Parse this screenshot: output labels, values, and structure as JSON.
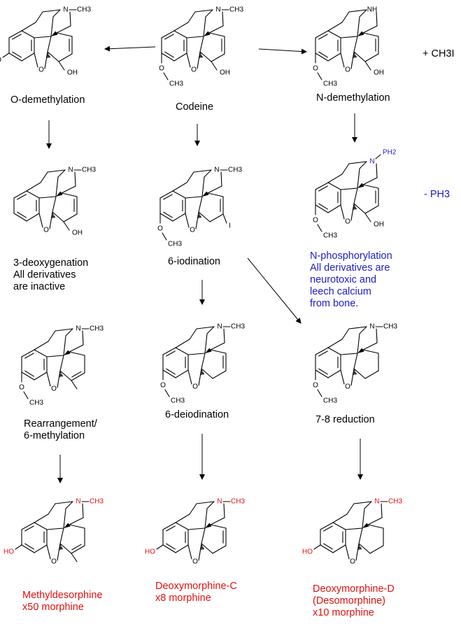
{
  "colors": {
    "ink": "#000000",
    "blue": "#1c1cc8",
    "red": "#e01010",
    "background": "#ffffff"
  },
  "labels": {
    "codeine": "Codeine",
    "o_demethylation": "O-demethylation",
    "n_demethylation": "N-demethylation",
    "reagent_ch3i": "+ CH3I",
    "deoxygenation": [
      "3-deoxygenation",
      "All derivatives",
      "are inactive"
    ],
    "iodination": "6-iodination",
    "phosphorylation": [
      "N-phosphorylation",
      "All derivatives are",
      "neurotoxic and",
      "leech calcium",
      "from bone."
    ],
    "byproduct_ph3": "- PH3",
    "rearrangement": [
      "Rearrangement/",
      "6-methylation"
    ],
    "deiodination": "6-deiodination",
    "reduction": "7-8 reduction",
    "methyldesorphine": [
      "Methyldesorphine",
      "x50 morphine"
    ],
    "deoxymorphine_c": [
      "Deoxymorphine-C",
      "x8 morphine"
    ],
    "deoxymorphine_d": [
      "Deoxymorphine-D",
      "(Desomorphine)",
      "x10 morphine"
    ]
  },
  "atoms": {
    "n_methyl": "N",
    "methyl": "CH3",
    "nh": "NH",
    "ph2": "PH2",
    "hydroxyl": "HO",
    "oh": "OH",
    "oxygen": "O",
    "iodine": "I"
  },
  "molecules": [
    {
      "name": "codeine",
      "c3": "OMe",
      "c6": "OH",
      "ring": "alkene",
      "n_sub": "CH3",
      "n_color": "ink"
    },
    {
      "name": "morphine",
      "c3": "OH",
      "c6": "OH",
      "ring": "alkene",
      "n_sub": "CH3",
      "n_color": "ink"
    },
    {
      "name": "norcodeine",
      "c3": "OMe",
      "c6": "OH",
      "ring": "alkene",
      "n_sub": "H",
      "n_color": "ink"
    },
    {
      "name": "deoxy",
      "c3": "none",
      "c6": "OH",
      "ring": "alkene",
      "n_sub": "CH3",
      "n_color": "ink"
    },
    {
      "name": "iodocodide",
      "c3": "OMe",
      "c6": "I",
      "ring": "alkene",
      "n_sub": "CH3",
      "n_color": "ink"
    },
    {
      "name": "phospho",
      "c3": "OMe",
      "c6": "OH",
      "ring": "alkene",
      "n_sub": "PH2",
      "n_color": "blue"
    },
    {
      "name": "methyl-rearranged",
      "c3": "OMe",
      "c6": "Me",
      "ring": "alkene67",
      "n_sub": "CH3",
      "n_color": "ink"
    },
    {
      "name": "deoxycodeine-c",
      "c3": "OMe",
      "c6": "none",
      "ring": "alkene",
      "n_sub": "CH3",
      "n_color": "ink"
    },
    {
      "name": "desoxycodeine-d",
      "c3": "OMe",
      "c6": "none",
      "ring": "saturated",
      "n_sub": "CH3",
      "n_color": "ink"
    },
    {
      "name": "methyldesorphine",
      "c3": "OH",
      "c6": "Me",
      "ring": "alkene67",
      "n_sub": "CH3",
      "n_color": "red"
    },
    {
      "name": "deoxymorphine-c",
      "c3": "OH",
      "c6": "none",
      "ring": "alkene",
      "n_sub": "CH3",
      "n_color": "red"
    },
    {
      "name": "deoxymorphine-d",
      "c3": "OH",
      "c6": "none",
      "ring": "saturated",
      "n_sub": "CH3",
      "n_color": "red"
    }
  ]
}
